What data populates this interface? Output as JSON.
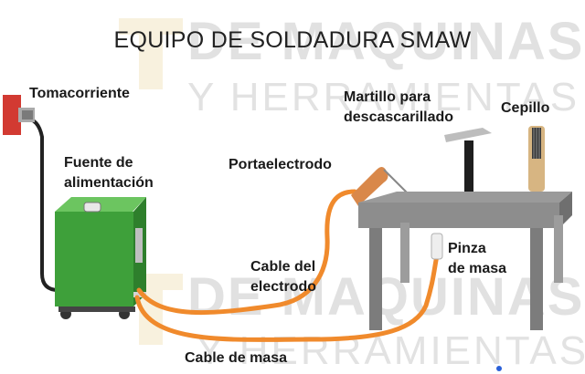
{
  "title": "EQUIPO DE SOLDADURA SMAW",
  "watermark": {
    "line1": "DE MAQUINAS",
    "line2": "Y HERRAMIENTAS"
  },
  "labels": {
    "tomacorriente": "Tomacorriente",
    "fuente": [
      "Fuente de",
      "alimentación"
    ],
    "portaelectrodo": "Portaelectrodo",
    "martillo": [
      "Martillo para",
      "descascarillado"
    ],
    "cepillo": "Cepillo",
    "pinza": [
      "Pinza",
      "de masa"
    ],
    "cable_electrodo": [
      "Cable del",
      "electrodo"
    ],
    "cable_masa": "Cable de masa"
  },
  "colors": {
    "machine_green": "#3ea03a",
    "cable_orange": "#f08a2c",
    "outlet_red": "#d23a32",
    "table_gray": "#8d8d8d"
  }
}
